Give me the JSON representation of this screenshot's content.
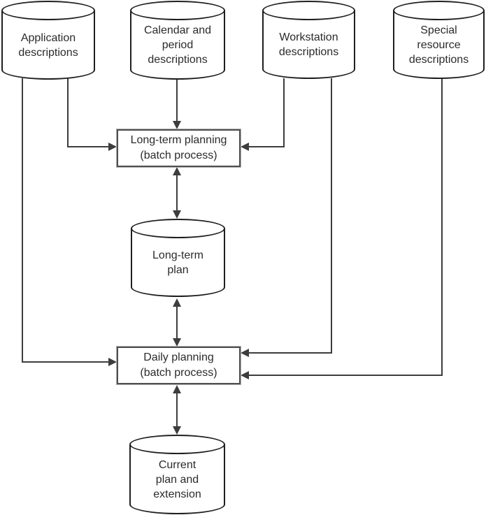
{
  "colors": {
    "background": "#ffffff",
    "line": "#3d3d3d",
    "datastore_border": "#1f1f1f",
    "process_border": "#4f4f4f",
    "process_halo": "#b0b0b0",
    "text": "#2b2b2b"
  },
  "nodes": {
    "application_descriptions": {
      "kind": "datastore",
      "lines": [
        "Application",
        "descriptions"
      ]
    },
    "calendar_period_descriptions": {
      "kind": "datastore",
      "lines": [
        "Calendar and",
        "period",
        "descriptions"
      ]
    },
    "workstation_descriptions": {
      "kind": "datastore",
      "lines": [
        "Workstation",
        "descriptions"
      ]
    },
    "special_resource_descriptions": {
      "kind": "datastore",
      "lines": [
        "Special",
        "resource",
        "descriptions"
      ]
    },
    "long_term_planning": {
      "kind": "process",
      "lines": [
        "Long-term planning",
        "(batch process)"
      ]
    },
    "long_term_plan": {
      "kind": "datastore",
      "lines": [
        "Long-term",
        "plan"
      ]
    },
    "daily_planning": {
      "kind": "process",
      "lines": [
        "Daily planning",
        "(batch process)"
      ]
    },
    "current_plan_extension": {
      "kind": "datastore",
      "lines": [
        "Current",
        "plan and",
        "extension"
      ]
    }
  },
  "edges": [
    {
      "from": "application_descriptions",
      "to": "long_term_planning",
      "direction": "one-way"
    },
    {
      "from": "application_descriptions",
      "to": "daily_planning",
      "direction": "one-way"
    },
    {
      "from": "calendar_period_descriptions",
      "to": "long_term_planning",
      "direction": "one-way"
    },
    {
      "from": "workstation_descriptions",
      "to": "long_term_planning",
      "direction": "one-way"
    },
    {
      "from": "workstation_descriptions",
      "to": "daily_planning",
      "direction": "one-way"
    },
    {
      "from": "special_resource_descriptions",
      "to": "daily_planning",
      "direction": "one-way"
    },
    {
      "from": "long_term_planning",
      "to": "long_term_plan",
      "direction": "two-way"
    },
    {
      "from": "long_term_plan",
      "to": "daily_planning",
      "direction": "two-way"
    },
    {
      "from": "daily_planning",
      "to": "current_plan_extension",
      "direction": "two-way"
    }
  ]
}
